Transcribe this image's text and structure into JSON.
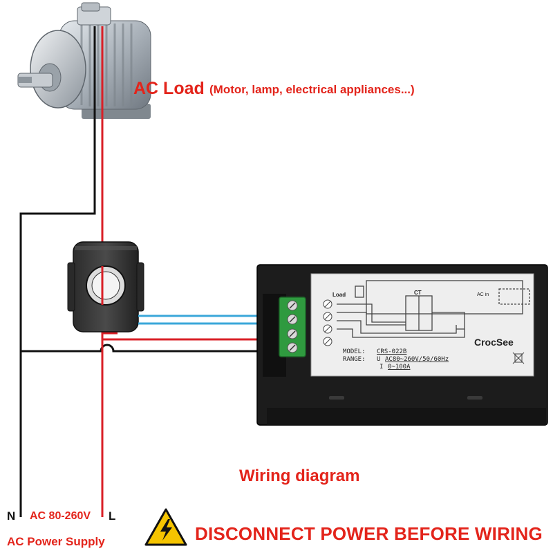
{
  "load": {
    "title": "AC Load",
    "subtitle": "(Motor, lamp, electrical appliances...)"
  },
  "meter": {
    "brand": "CrocSee",
    "load_label": "Load",
    "ct_label": "CT",
    "ac_in_label": "AC in",
    "model_label": "MODEL:",
    "model_value": "CRS-022B",
    "range_label": "RANGE:",
    "u_symbol": "U",
    "u_range": "AC80~260V/50/60Hz",
    "i_symbol": "I",
    "i_range": "0~100A"
  },
  "diagram_title": "Wiring diagram",
  "supply": {
    "n_label": "N",
    "voltage_label": "AC 80-260V",
    "l_label": "L",
    "caption": "AC Power Supply"
  },
  "warning": "DISCONNECT POWER BEFORE WIRING",
  "colors": {
    "live_wire": "#d91f26",
    "neutral_wire": "#111111",
    "signal_wire": "#3aa7d9",
    "label_red": "#e3241b",
    "terminal_green": "#2f9a3f",
    "warning_yellow": "#f5c400"
  },
  "icons": [
    "motor-icon",
    "current-transformer-icon",
    "power-meter-icon",
    "high-voltage-warning-icon"
  ]
}
